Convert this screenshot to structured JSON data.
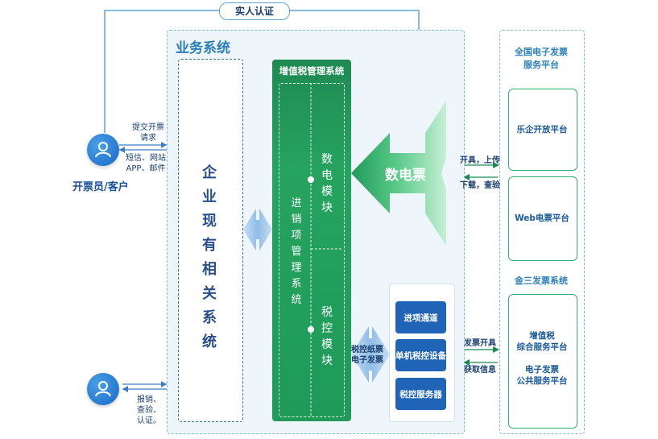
{
  "top_label": "实人认证",
  "business_system": {
    "title": "业务系统",
    "enterprise_system": "企业现有相关系统"
  },
  "vat_system": {
    "title": "增值税管理系统",
    "module_main": "进销项管理系统",
    "module_digital": "数电模块",
    "module_tax": "税控模块"
  },
  "digital_invoice": "数电票",
  "devices": {
    "input_channel": "进项通道",
    "single_device": "单机税控设备",
    "tax_server": "税控服务器"
  },
  "device_arrow_label": "税控纸票\n电子发票",
  "national_platform": {
    "title": "全国电子发票\n服务平台",
    "items": [
      "乐企开放平台",
      "Web电票平台"
    ]
  },
  "golden_tax": {
    "title": "金三发票系统",
    "box_text": "增值税\n综合服务平台\n\n电子发票\n公共服务平台"
  },
  "flow_labels": {
    "upload": "开具，上传",
    "download": "下载，查验",
    "issue": "发票开具",
    "fetch": "获取信息"
  },
  "top_person": {
    "label": "开票员/客户",
    "submit": "提交开票\n请求",
    "notify": "短信、网站\nAPP、邮件"
  },
  "bottom_person": {
    "notes": "报销、\n查验、\n认证。"
  },
  "colors": {
    "primary_blue": "#2064b8",
    "green": "#26a35f",
    "light_blue_bg": "#eef5fb"
  }
}
